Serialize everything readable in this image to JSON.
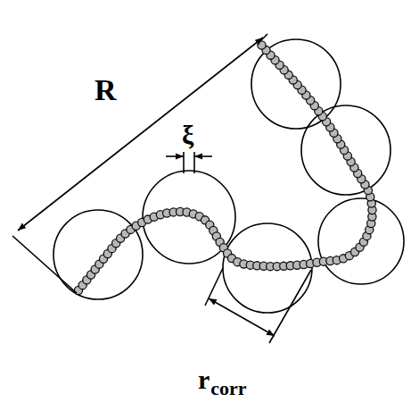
{
  "diagram": {
    "labels": [
      "R",
      "ξ",
      "r",
      "corr"
    ]
  }
}
